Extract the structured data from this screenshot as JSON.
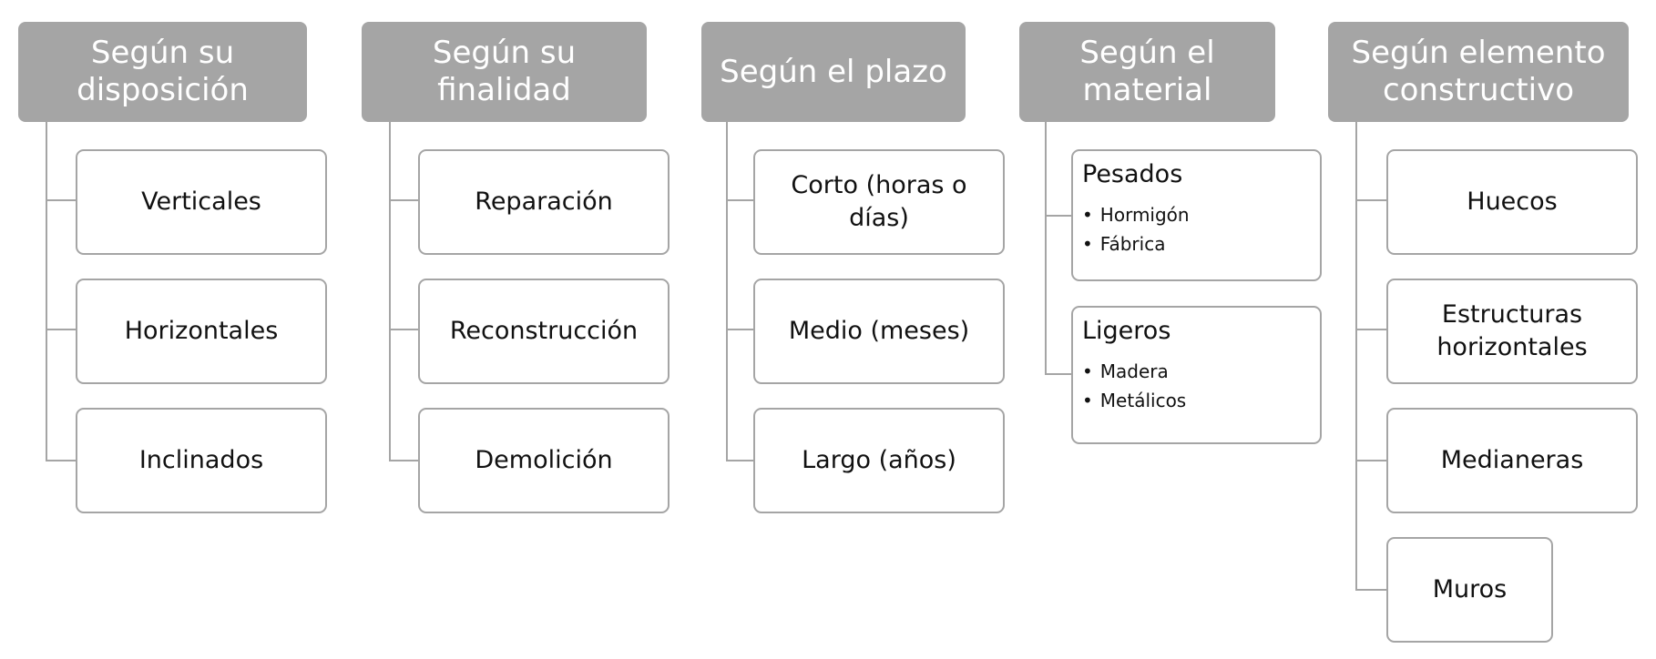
{
  "columns": [
    {
      "title_lines": [
        "Según su",
        "disposición"
      ],
      "items": [
        "Verticales",
        "Horizontales",
        "Inclinados"
      ]
    },
    {
      "title_lines": [
        "Según su",
        "finalidad"
      ],
      "items": [
        "Reparación",
        "Reconstrucción",
        "Demolición"
      ]
    },
    {
      "title_lines": [
        "Según el plazo"
      ],
      "items": [
        "Corto (horas o días)",
        "Medio (meses)",
        "Largo (años)"
      ]
    },
    {
      "title_lines": [
        "Según el",
        "material"
      ],
      "groups": [
        {
          "title": "Pesados",
          "bullets": [
            "Hormigón",
            "Fábrica"
          ]
        },
        {
          "title": "Ligeros",
          "bullets": [
            "Madera",
            "Metálicos"
          ]
        }
      ]
    },
    {
      "title_lines": [
        "Según elemento",
        "constructivo"
      ],
      "items": [
        "Huecos",
        "Estructuras horizontales",
        "Medianeras",
        "Muros"
      ]
    }
  ],
  "colors": {
    "header_bg": "#a5a5a5",
    "header_text": "#ffffff",
    "box_border": "#a5a5a5",
    "connector": "#a5a5a5"
  }
}
